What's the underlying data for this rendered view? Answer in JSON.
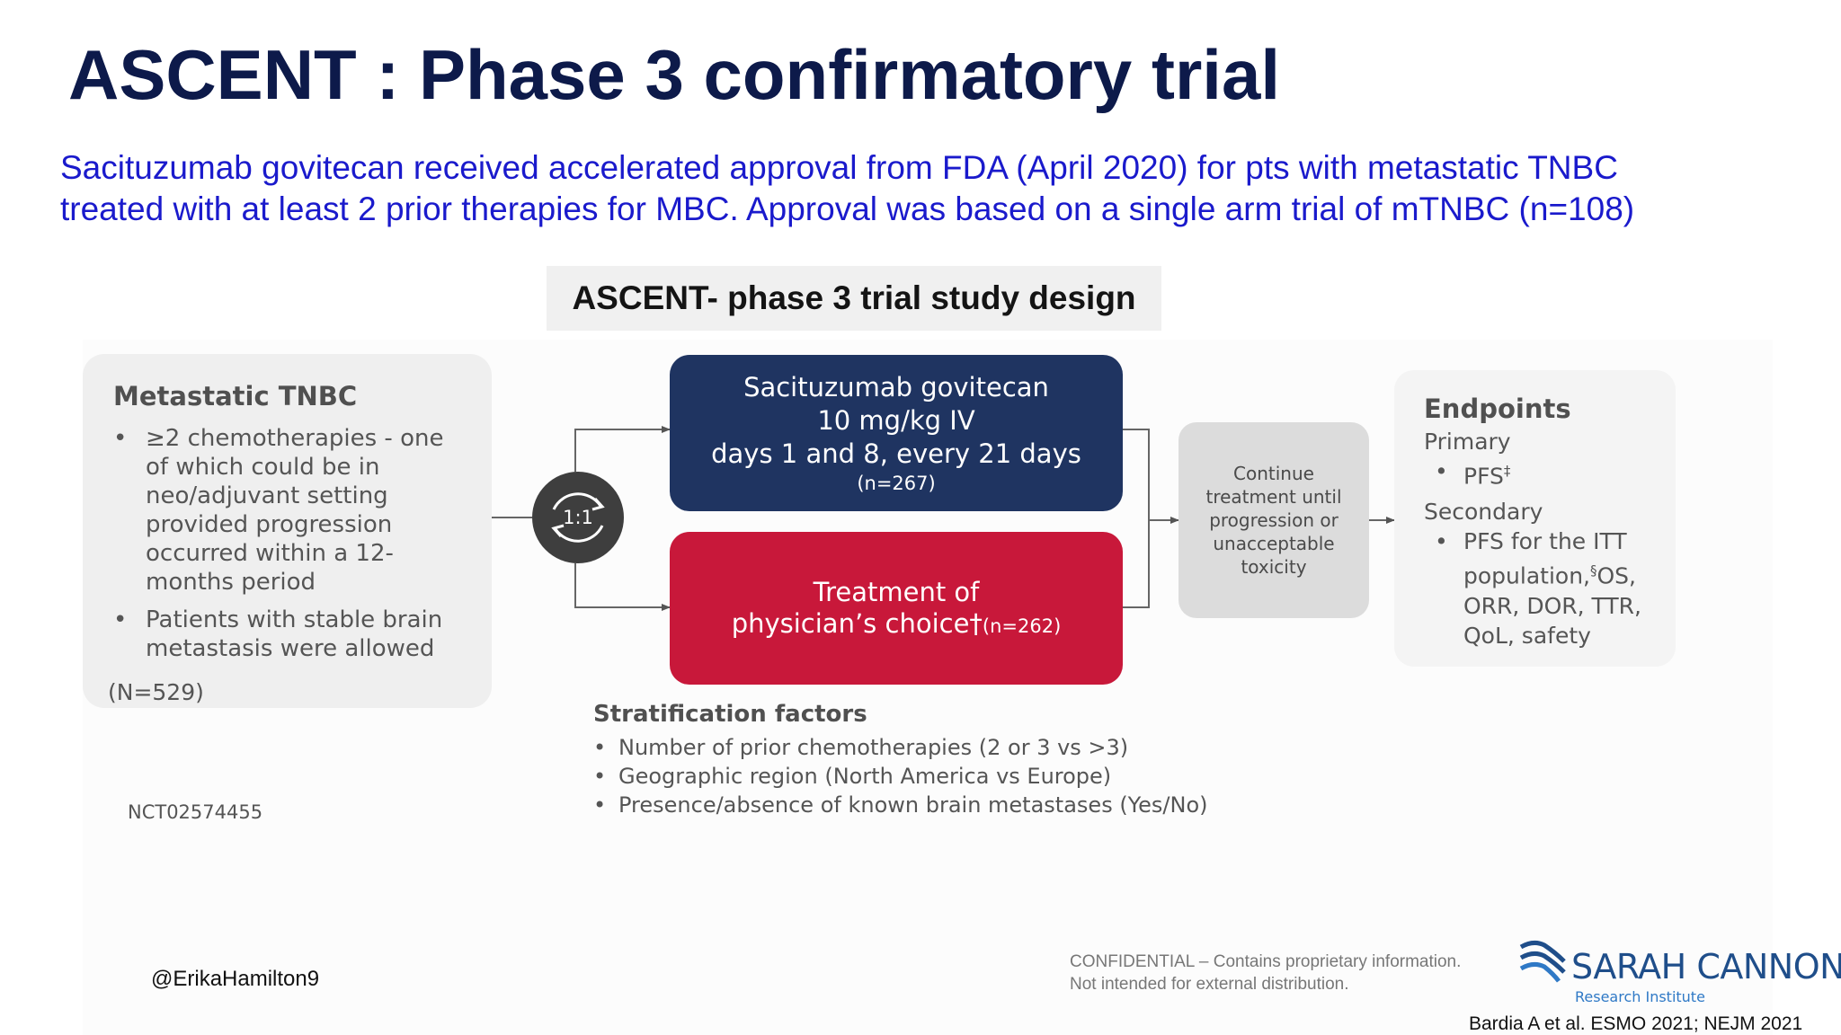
{
  "header": {
    "title": "ASCENT : Phase 3 confirmatory trial",
    "subtitle_line1": "Sacituzumab govitecan received accelerated approval from FDA (April 2020) for pts with metastatic TNBC",
    "subtitle_line2": "treated with at least 2 prior therapies for MBC. Approval was based on a single arm trial of mTNBC (n=108)"
  },
  "diagram": {
    "title": "ASCENT- phase 3 trial study design",
    "population": {
      "heading": "Metastatic TNBC",
      "bullets": [
        "≥2 chemotherapies - one of which could be in neo/adjuvant setting provided progression occurred within a 12-months period",
        "Patients with stable brain metastasis were allowed"
      ],
      "n": "(N=529)"
    },
    "randomization": "1:1",
    "arm_sg": {
      "line1": "Sacituzumab govitecan",
      "line2": "10 mg/kg IV",
      "line3": "days 1 and 8, every 21 days",
      "n": "(n=267)"
    },
    "arm_tpc": {
      "line1": "Treatment of",
      "line2": "physician’s choice†",
      "n": "(n=262)"
    },
    "continue": [
      "Continue",
      "treatment until",
      "progression or",
      "unacceptable",
      "toxicity"
    ],
    "endpoints": {
      "heading": "Endpoints",
      "primary_label": "Primary",
      "primary": "PFS",
      "primary_mark": "‡",
      "secondary_label": "Secondary",
      "secondary_a": "PFS for the ITT population,",
      "secondary_mark": "§",
      "secondary_b": "OS, ORR, DOR, TTR, QoL, safety"
    },
    "stratification": {
      "heading": "Stratification factors",
      "items": [
        "Number of prior chemotherapies (2 or 3 vs >3)",
        "Geographic region (North America vs Europe)",
        "Presence/absence of known brain metastases (Yes/No)"
      ]
    },
    "nct": "NCT02574455"
  },
  "footer": {
    "handle": "@ErikaHamilton9",
    "confidential_line1": "CONFIDENTIAL – Contains proprietary information.",
    "confidential_line2": "Not intended for external distribution.",
    "logo_name": "SARAH CANNON",
    "logo_sub": "Research Institute",
    "citation": "Bardia A et al. ESMO 2021; NEJM  2021"
  },
  "colors": {
    "title": "#0d1a4a",
    "subtitle": "#1a1acc",
    "sg_arm": "#1f3461",
    "tpc_arm": "#c8183a",
    "logo": "#1f4e8a"
  },
  "icons": [
    "randomization-cycle-icon",
    "sarah-cannon-logo-icon"
  ]
}
